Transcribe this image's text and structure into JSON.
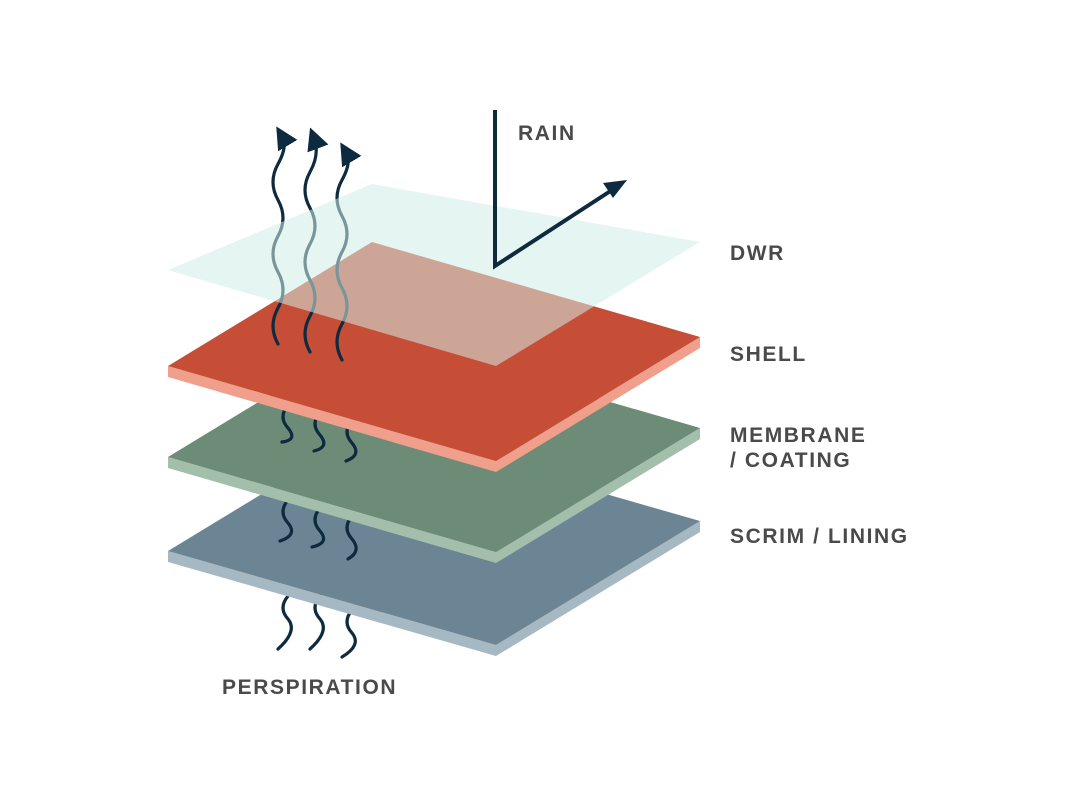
{
  "labels": {
    "rain": "RAIN",
    "dwr": "DWR",
    "shell": "SHELL",
    "membrane_line1": "MEMBRANE",
    "membrane_line2": "/ COATING",
    "scrim": "SCRIM / LINING",
    "perspiration": "PERSPIRATION"
  },
  "layers": [
    {
      "name": "scrim-lining",
      "color": "#6c8594"
    },
    {
      "name": "membrane-coating",
      "color": "#6c8c77"
    },
    {
      "name": "shell",
      "color": "#c74e36"
    },
    {
      "name": "dwr",
      "color": "#cfece8"
    }
  ],
  "colors": {
    "arrow": "#0e2a3f",
    "label_text": "#4a4a4a"
  },
  "icons": {
    "vapor": "wavy-arrow-up-icon",
    "rain": "deflect-arrow-icon"
  }
}
